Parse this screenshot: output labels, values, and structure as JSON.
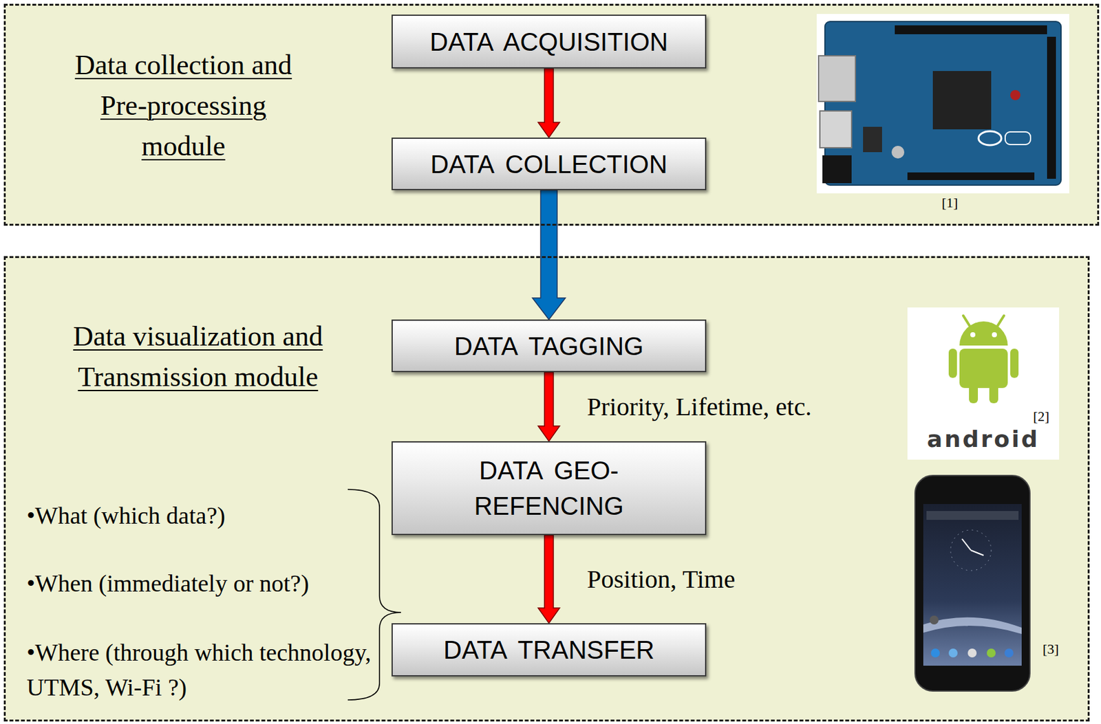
{
  "diagram": {
    "nodes": [
      {
        "text": [
          "Data collection and Pre-processing module"
        ]
      },
      {
        "text": [
          "DATA ACQUISITION"
        ],
        "in": 0
      },
      {
        "text": [
          "DATA COLLECTION"
        ],
        "in": 0
      },
      {
        "text": [
          "Data visualization and Transmission module"
        ]
      },
      {
        "text": [
          "DATA TAGGING"
        ],
        "in": 3
      },
      {
        "text": [
          "DATA GEO-REFENCING"
        ],
        "in": 3
      },
      {
        "text": [
          "DATA TRANSFER"
        ],
        "in": 3
      }
    ],
    "edges": [
      {
        "from": 1,
        "to": 2,
        "arrow": "to"
      },
      {
        "from": 2,
        "to": 4,
        "arrow": "to"
      },
      {
        "from": 4,
        "to": 5,
        "arrow": "to",
        "label": "Priority, Lifetime, etc."
      },
      {
        "from": 5,
        "to": 6,
        "arrow": "to",
        "label": "Position, Time"
      }
    ],
    "labels": [
      "[1]",
      "[2]",
      "android",
      "[3]",
      "•What (which data?)",
      "•When (immediately or not?)",
      "•Where (through which technology, UTMS, Wi-Fi ?)"
    ]
  }
}
